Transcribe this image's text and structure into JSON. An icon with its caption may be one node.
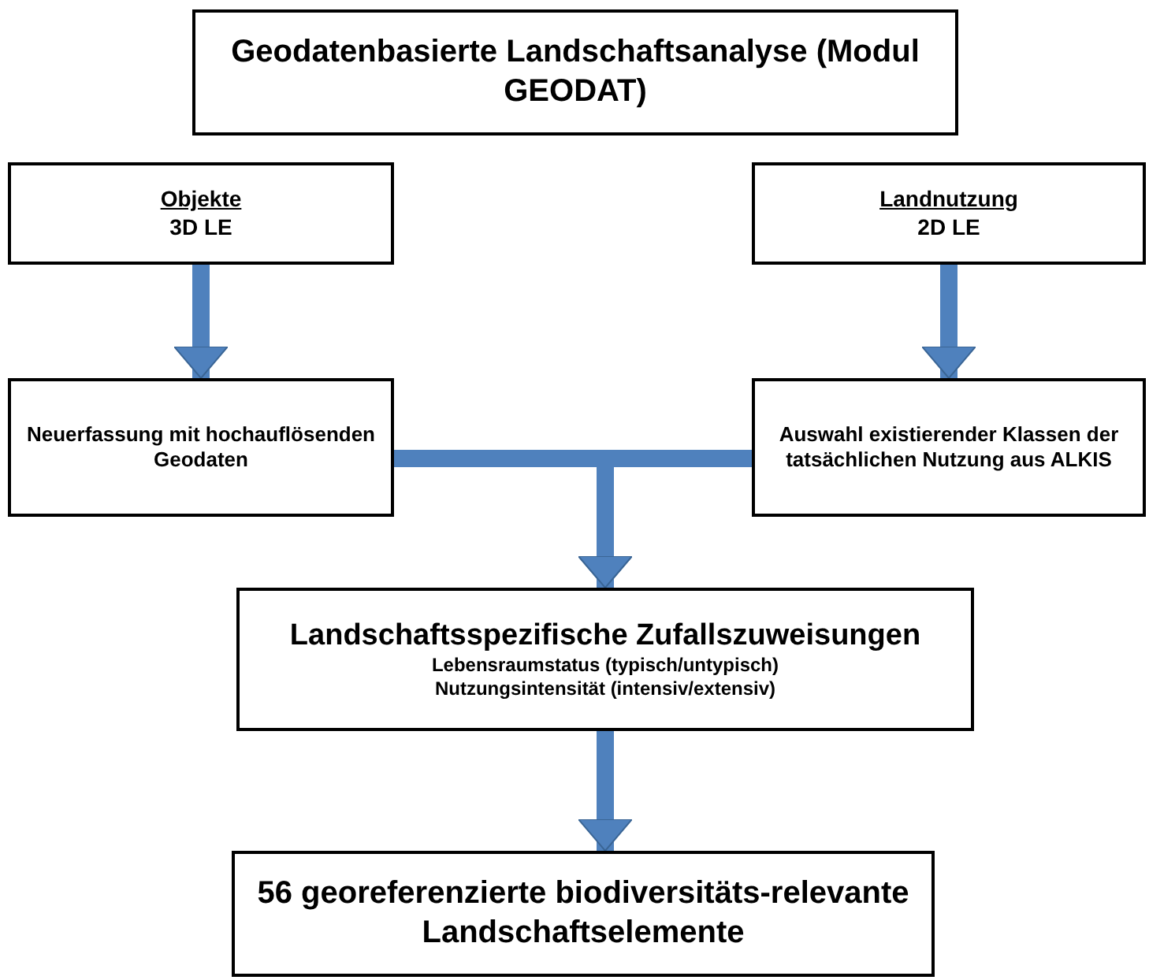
{
  "diagram": {
    "nodes": [
      {
        "text": [
          "Geodatenbasierte Landschaftsanalyse (Modul GEODAT)"
        ]
      },
      {
        "text": [
          "Objekte",
          "3D LE"
        ]
      },
      {
        "text": [
          "Landnutzung",
          "2D LE"
        ]
      },
      {
        "text": [
          "Neuerfassung mit hochauflösenden Geodaten"
        ]
      },
      {
        "text": [
          "Auswahl existierender Klassen der tatsächlichen Nutzung aus ALKIS"
        ]
      },
      {
        "text": [
          "Landschaftsspezifische Zufallszuweisungen",
          "Lebensraumstatus (typisch/untypisch)",
          "Nutzungsintensität (intensiv/extensiv)"
        ]
      },
      {
        "text": [
          "56 georeferenzierte biodiversitäts-relevante Landschaftselemente"
        ]
      }
    ],
    "edges": [
      {
        "from": 1,
        "to": 3,
        "arrow": "to"
      },
      {
        "from": 2,
        "to": 4,
        "arrow": "to"
      },
      {
        "from": 3,
        "to": 5,
        "arrow": "to"
      },
      {
        "from": 4,
        "to": 5,
        "arrow": "to"
      },
      {
        "from": 5,
        "to": 6,
        "arrow": "to"
      }
    ]
  }
}
